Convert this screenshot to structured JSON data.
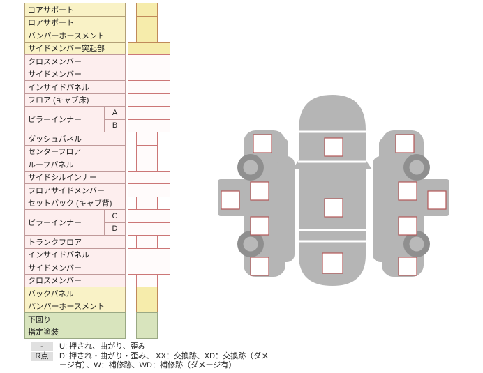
{
  "table": {
    "rows": [
      {
        "label": "コアサポート",
        "color": "yellow",
        "cells": 1
      },
      {
        "label": "ロアサポート",
        "color": "yellow",
        "cells": 1
      },
      {
        "label": "バンパーホースメント",
        "color": "yellow",
        "cells": 1
      },
      {
        "label": "サイドメンバー突起部",
        "color": "yellow",
        "cells": 2
      },
      {
        "label": "クロスメンバー",
        "color": "pink",
        "cells": 2
      },
      {
        "label": "サイドメンバー",
        "color": "pink",
        "cells": 2
      },
      {
        "label": "インサイドパネル",
        "color": "pink",
        "cells": 2
      },
      {
        "label": "フロア (キャブ床)",
        "color": "pink",
        "cells": 2
      },
      {
        "label": "ピラーインナー",
        "color": "pink",
        "subs": [
          {
            "name": "A",
            "cells": 2
          },
          {
            "name": "B",
            "cells": 2
          }
        ]
      },
      {
        "label": "ダッシュパネル",
        "color": "pink",
        "cells": 1
      },
      {
        "label": "センターフロア",
        "color": "pink",
        "cells": 1
      },
      {
        "label": "ルーフパネル",
        "color": "pink",
        "cells": 1
      },
      {
        "label": "サイドシルインナー",
        "color": "pink",
        "cells": 2
      },
      {
        "label": "フロアサイドメンバー",
        "color": "pink",
        "cells": 2
      },
      {
        "label": "セットバック (キャブ背)",
        "color": "pink",
        "cells": 1
      },
      {
        "label": "ピラーインナー",
        "color": "pink",
        "subs": [
          {
            "name": "C",
            "cells": 2
          },
          {
            "name": "D",
            "cells": 2
          }
        ]
      },
      {
        "label": "トランクフロア",
        "color": "pink",
        "cells": 1
      },
      {
        "label": "インサイドパネル",
        "color": "pink",
        "cells": 2
      },
      {
        "label": "サイドメンバー",
        "color": "pink",
        "cells": 2
      },
      {
        "label": "クロスメンバー",
        "color": "pink",
        "cells": 1
      },
      {
        "label": "バックパネル",
        "color": "yellow",
        "cells": 1
      },
      {
        "label": "バンパーホースメント",
        "color": "yellow",
        "cells": 1
      },
      {
        "label": "下回り",
        "color": "green",
        "cells": 1
      },
      {
        "label": "指定塗装",
        "color": "green",
        "cells": 1
      }
    ]
  },
  "legend": {
    "items": [
      {
        "key": "-",
        "text": "U: 押され、曲がり、歪み"
      },
      {
        "key": "R点",
        "text": "D: 押され・曲がり・歪み、 XX：交換跡、XD：交換跡（ダメージ有）、W：補修跡、WD：補修跡（ダメージ有）"
      }
    ]
  },
  "diagram": {
    "views": [
      "car-left-side-view",
      "car-top-view",
      "car-right-side-view"
    ],
    "marker_count": 13
  },
  "colors": {
    "row_yellow": "#f9f2c6",
    "row_pink": "#fdeeee",
    "row_green": "#d8e4bd",
    "cell_yellow": "#f6ecab",
    "cell_border_red": "#cc7777",
    "car_body_gray": "#b5b5b5",
    "wheel_gray": "#8f8f8f",
    "marker_border": "#b25858",
    "legend_key_bg": "#e0e0e0"
  }
}
